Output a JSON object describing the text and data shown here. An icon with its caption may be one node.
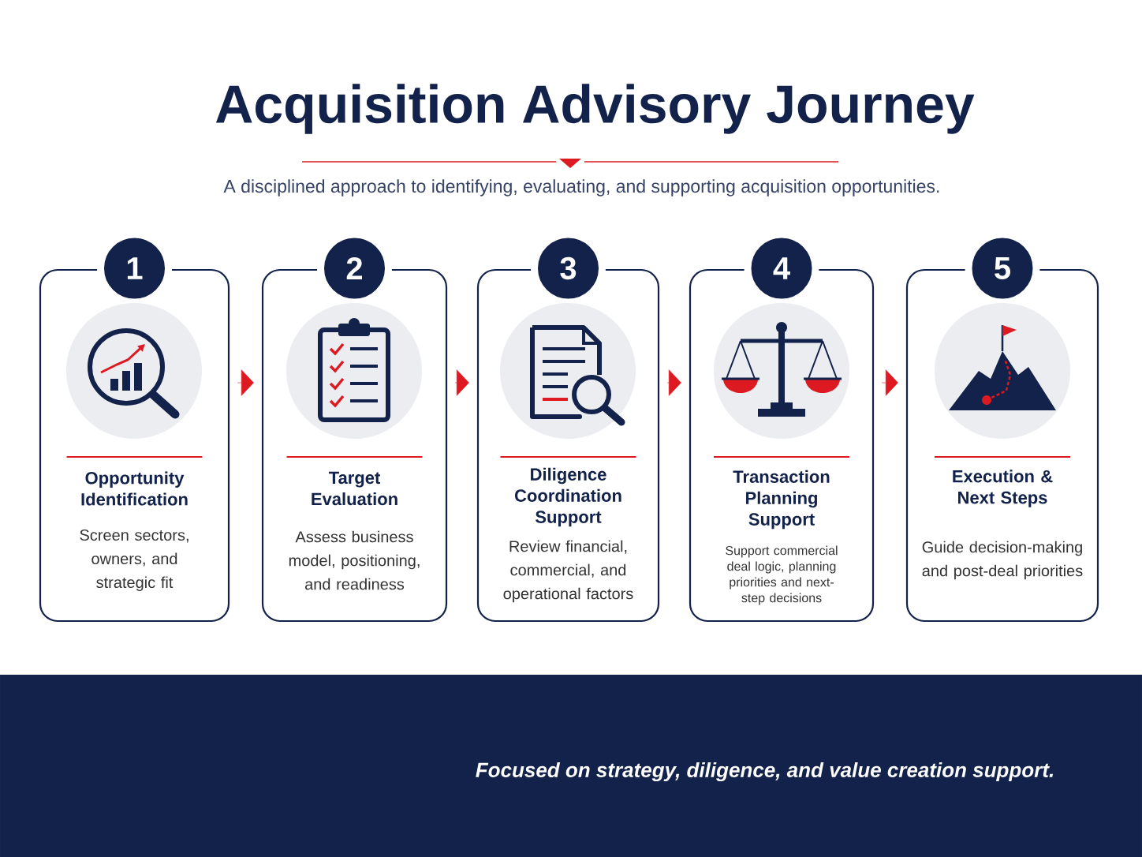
{
  "diagram": {
    "title": "Acquisition Advisory Journey",
    "nodes": [
      {
        "text": [
          "1",
          "Opportunity Identification",
          "Screen sectors, owners, and strategic fit"
        ]
      },
      {
        "text": [
          "2",
          "Target Evaluation",
          "Assess business model, positioning, and readiness"
        ]
      },
      {
        "text": [
          "3",
          "Diligence Coordination Support",
          "Review financial, commercial, and operational factors"
        ]
      },
      {
        "text": [
          "4",
          "Transaction Planning Support",
          "Support commercial deal logic, planning priorities and next-step decisions"
        ]
      },
      {
        "text": [
          "5",
          "Execution & Next Steps",
          "Guide decision-making and post-deal priorities"
        ]
      }
    ],
    "edges": [
      {
        "from": 0,
        "to": 1,
        "arrow": "to"
      },
      {
        "from": 1,
        "to": 2,
        "arrow": "to"
      },
      {
        "from": 2,
        "to": 3,
        "arrow": "to"
      },
      {
        "from": 3,
        "to": 4,
        "arrow": "to"
      }
    ],
    "labels": [
      "A disciplined approach to identifying, evaluating, and supporting acquisition opportunities.",
      "Focused on strategy, diligence, and value creation support."
    ]
  }
}
